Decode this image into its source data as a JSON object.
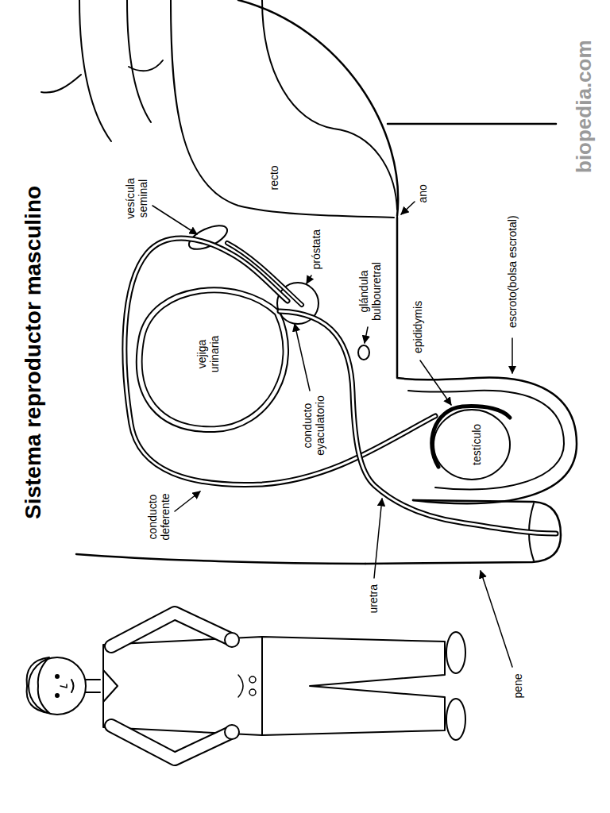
{
  "diagram": {
    "title": "Sistema reproductor masculino",
    "labels": [
      "vesícula seminal",
      "recto",
      "vejiga urinaria",
      "próstata",
      "ano",
      "glándula bulbouretral",
      "epididymis",
      "conducto eyaculatorio",
      "escroto(bolsa escrotal)",
      "conducto deferente",
      "testículo",
      "uretra",
      "pene",
      "biopedia.com"
    ]
  }
}
